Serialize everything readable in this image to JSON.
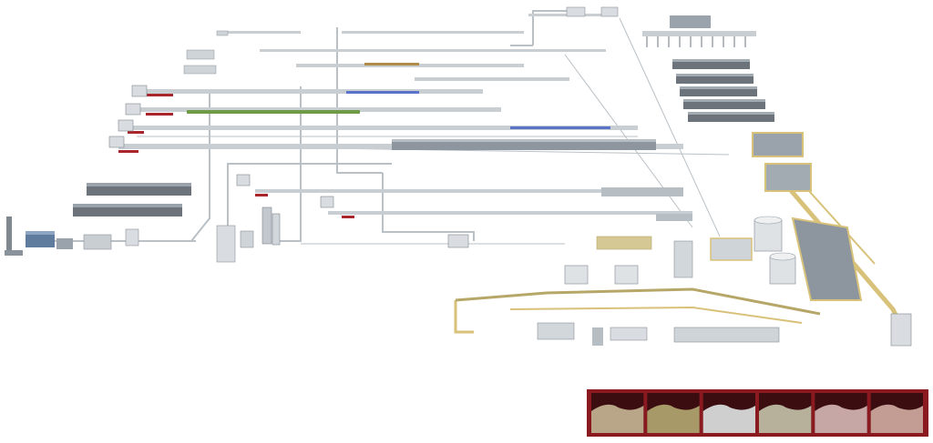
{
  "diagram": {
    "kind": "isometric-industrial-plant-layout",
    "has_text": false,
    "colors": {
      "background": "#ffffff",
      "pipe": "#b9c0c6",
      "pipe_dark": "#8a939b",
      "machine": "#d9dde1",
      "machine_dark": "#9aa3ab",
      "conveyor_red": "#a8262b",
      "conveyor_green": "#6f9a46",
      "conveyor_blue": "#5a72c8",
      "yellow_frame": "#d8c27a",
      "storage_bay_frame": "#6e1218",
      "storage_bay_fill": [
        "#b9a587",
        "#a89a68",
        "#cfcfcf",
        "#b7b19c",
        "#c7a7a6",
        "#c39d93"
      ]
    },
    "storage_bay_count": 6,
    "tank_count": 4,
    "processing_line_count": 9
  }
}
